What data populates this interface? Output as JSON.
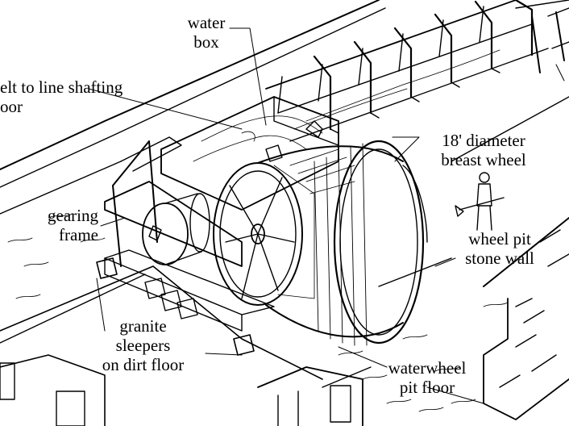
{
  "labels": {
    "water_box": [
      "water",
      "box"
    ],
    "belt": [
      "elt to line shafting",
      "oor"
    ],
    "breast_wheel": [
      "18' diameter",
      "breast wheel"
    ],
    "gearing_frame": [
      "gearing",
      "frame"
    ],
    "wheel_pit_wall": [
      "wheel pit",
      "stone wall"
    ],
    "granite": [
      "granite",
      "sleepers",
      "on dirt floor"
    ],
    "pit_floor": [
      "waterwheel",
      "pit floor"
    ]
  },
  "colors": {
    "ink": "#000000",
    "paper": "#ffffff"
  }
}
